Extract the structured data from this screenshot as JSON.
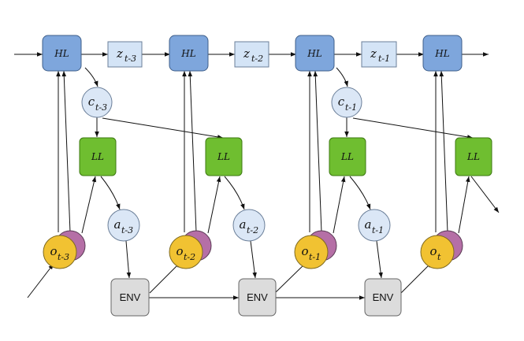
{
  "hl_label": "HL",
  "ll_label": "LL",
  "env_label": "ENV",
  "z_nodes": [
    {
      "base": "z",
      "sub": "t-3"
    },
    {
      "base": "z",
      "sub": "t-2"
    },
    {
      "base": "z",
      "sub": "t-1"
    }
  ],
  "c_nodes": [
    {
      "base": "c",
      "sub": "t-3"
    },
    {
      "base": "c",
      "sub": "t-1"
    }
  ],
  "a_nodes": [
    {
      "base": "a",
      "sub": "t-3"
    },
    {
      "base": "a",
      "sub": "t-2"
    },
    {
      "base": "a",
      "sub": "t-1"
    }
  ],
  "o_nodes": [
    {
      "base": "o",
      "sub": "t-3"
    },
    {
      "base": "o",
      "sub": "t-2"
    },
    {
      "base": "o",
      "sub": "t-1"
    },
    {
      "base": "o",
      "sub": "t"
    }
  ],
  "colors": {
    "hl_fill": "#7ea6dc",
    "ll_fill": "#6fbe30",
    "z_fill": "#d4e4f6",
    "env_fill": "#dcdcdc",
    "obs_front": "#f1c232",
    "obs_back": "#b56fa6",
    "latent_fill": "#dbe7f6"
  }
}
